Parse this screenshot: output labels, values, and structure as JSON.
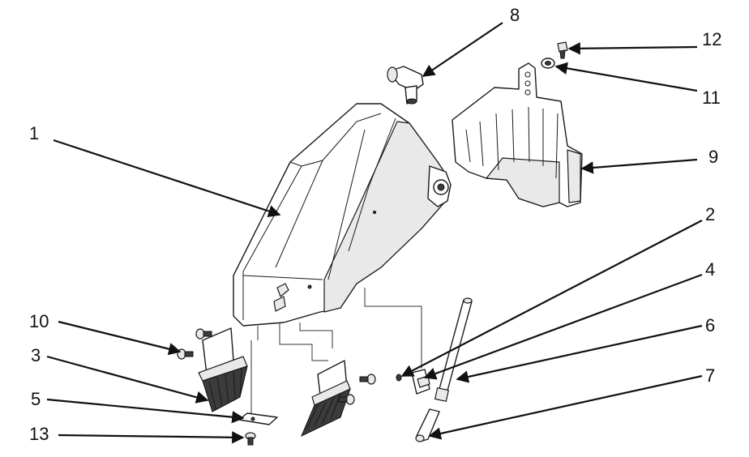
{
  "callouts": [
    {
      "id": "1",
      "label": "1"
    },
    {
      "id": "2",
      "label": "2"
    },
    {
      "id": "3",
      "label": "3"
    },
    {
      "id": "4",
      "label": "4"
    },
    {
      "id": "5",
      "label": "5"
    },
    {
      "id": "6",
      "label": "6"
    },
    {
      "id": "7",
      "label": "7"
    },
    {
      "id": "8",
      "label": "8"
    },
    {
      "id": "9",
      "label": "9"
    },
    {
      "id": "10",
      "label": "10"
    },
    {
      "id": "11",
      "label": "11"
    },
    {
      "id": "12",
      "label": "12"
    },
    {
      "id": "13",
      "label": "13"
    }
  ],
  "colors": {
    "ink": "#111111",
    "background": "#ffffff",
    "shade": "#e9e9e9"
  }
}
